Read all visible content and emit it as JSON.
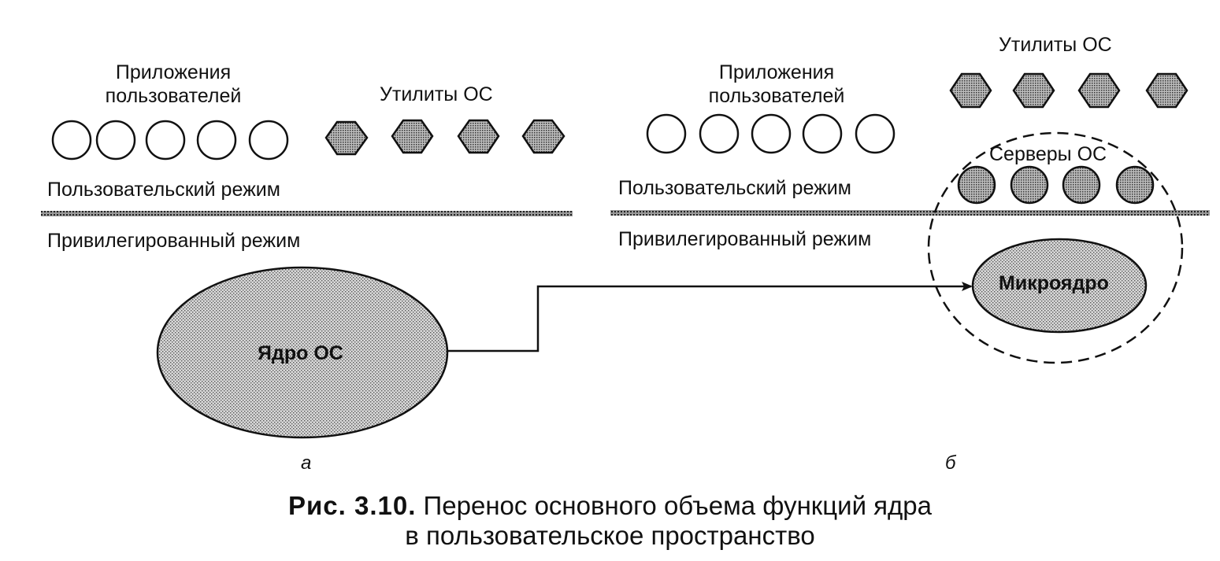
{
  "panel_a": {
    "apps_label": "Приложения\nпользователей",
    "utils_label": "Утилиты ОС",
    "user_mode": "Пользовательский режим",
    "kernel_mode": "Привилегированный режим",
    "kernel_label": "Ядро ОС",
    "sublabel": "а"
  },
  "panel_b": {
    "apps_label": "Приложения\nпользователей",
    "utils_label": "Утилиты ОС",
    "servers_label": "Серверы ОС",
    "user_mode": "Пользовательский режим",
    "kernel_mode": "Привилегированный режим",
    "microkernel_label": "Микроядро",
    "sublabel": "б"
  },
  "caption": {
    "prefix": "Рис. 3.10.",
    "line1": "Перенос основного объема функций ядра",
    "line2": "в пользовательское пространство"
  }
}
